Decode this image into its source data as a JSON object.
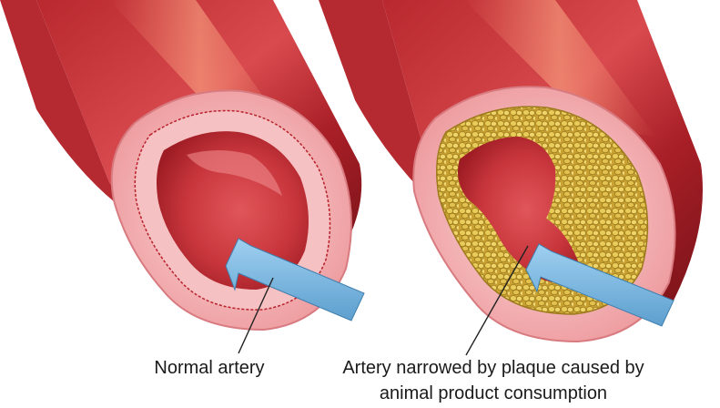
{
  "labels": {
    "normal": "Normal artery",
    "plaque_line1": "Artery narrowed by plaque caused by",
    "plaque_line2": "animal product consumption"
  },
  "colors": {
    "artery_dark": "#8e1c22",
    "artery_mid": "#c43a3f",
    "artery_light": "#e46a6c",
    "wall_pink": "#f0a3a6",
    "wall_light": "#f8cfd0",
    "lumen_red": "#c7343b",
    "plaque_yellow": "#d9b43c",
    "plaque_dark": "#a8841f",
    "arrow_blue": "#6fb0dc",
    "arrow_edge": "#3f7fae",
    "pointer_line": "#222222"
  }
}
